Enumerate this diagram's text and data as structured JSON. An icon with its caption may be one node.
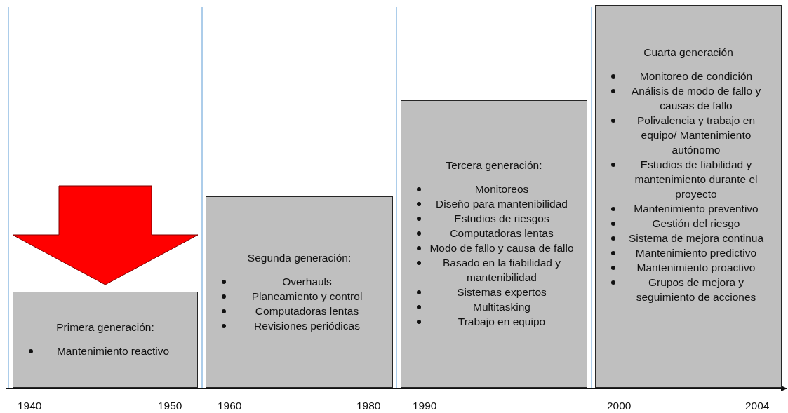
{
  "diagram": {
    "nodes": [
      {
        "text": [],
        "shape": "arrow"
      },
      {
        "text": [
          "Primera generación:",
          "Mantenimiento reactivo"
        ]
      },
      {
        "text": [
          "Segunda generación:",
          "Overhauls",
          "Planeamiento y control",
          "Computadoras lentas",
          "Revisiones periódicas"
        ]
      },
      {
        "text": [
          "Tercera generación:",
          "Monitoreos",
          "Diseño para mantenibilidad",
          "Estudios de riesgos",
          "Computadoras lentas",
          "Modo de fallo y causa de fallo",
          "Basado en la fiabilidad y mantenibilidad",
          "Sistemas expertos",
          "Multitasking",
          "Trabajo en equipo"
        ]
      },
      {
        "text": [
          "Cuarta generación",
          "Monitoreo de condición",
          "Análisis de modo de fallo y causas de fallo",
          "Polivalencia y trabajo en equipo/ Mantenimiento autónomo",
          "Estudios de fiabilidad y mantenimiento durante el proyecto",
          "Mantenimiento preventivo",
          "Gestión del riesgo",
          "Sistema de mejora continua",
          "Mantenimiento predictivo",
          "Mantenimiento proactivo",
          "Grupos de mejora y seguimiento de acciones"
        ]
      }
    ],
    "labels": [
      "1940",
      "1950",
      "1960",
      "1980",
      "1990",
      "2000",
      "2004"
    ]
  }
}
